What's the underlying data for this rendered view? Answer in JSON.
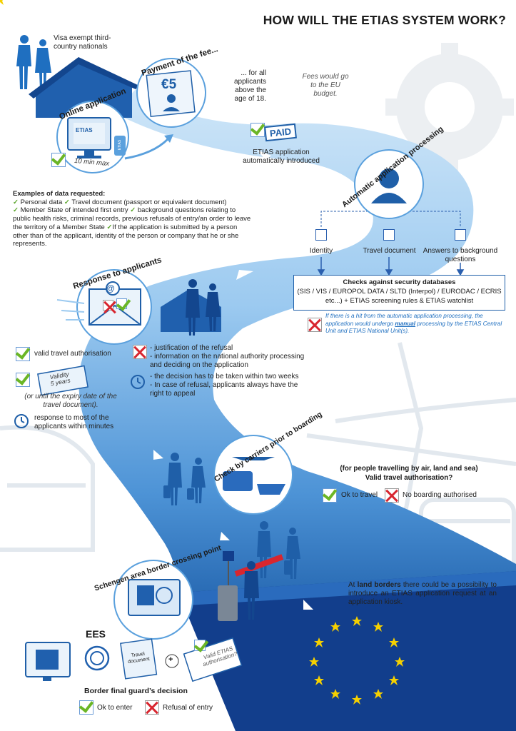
{
  "title": "HOW WILL THE ETIAS SYSTEM WORK?",
  "intro": {
    "visa_exempt": "Visa exempt third-country nationals",
    "online_application": "Online application",
    "duration": "10 min max",
    "screen_label": "ETIAS",
    "phone_label": "ETIAS"
  },
  "payment": {
    "heading": "Payment of the fee...",
    "amount": "€5",
    "note": "... for all applicants above the age of 18.",
    "fees_note": "Fees would go to the EU budget."
  },
  "paid": {
    "stamp": "PAID",
    "text": "ETIAS application automatically introduced"
  },
  "data_requested": {
    "heading": "Examples of data requested:",
    "item1": "Personal data",
    "item2": "Travel document (passport or equivalent document)",
    "item3": "Member State of intended first entry",
    "item4": "background questions relating to public health risks, criminal records, previous refusals of entry/an order to leave the territory of a Member State",
    "item5": "If the application is submitted by a person other than of the applicant, identity of the person or company that he or she represents."
  },
  "processing": {
    "heading": "Automatic application processing",
    "identity": "Identity",
    "travel_document": "Travel document",
    "answers": "Answers to background questions",
    "checks_line1": "Checks against security databases",
    "checks_line2": "(SIS / VIS / EUROPOL DATA / SLTD (Interpol) / EURODAC / ECRIS etc...) + ETIAS screening rules & ETIAS watchlist",
    "hit_before": "If there is a hit from the automatic application processing, the application would undergo ",
    "hit_manual": "manual",
    "hit_after": " processing by the ETIAS Central Unit and ETIAS National Unit(s)."
  },
  "response": {
    "heading": "Response to applicants",
    "valid": "valid travel authorisation",
    "validity_label": "Validity",
    "validity_value": "5 years",
    "expiry": "(or until the expiry date of the travel document).",
    "minutes": "response to most of the applicants within minutes",
    "refusal1": "- justification of the refusal",
    "refusal2": "- information on the national authority processing and deciding on the application",
    "two_weeks": "- the decision has to be taken within two weeks",
    "appeal": "- In case of refusal, applicants always have the right to appeal"
  },
  "carriers": {
    "heading": "Check by carriers prior to boarding",
    "question_line1": "(for people travelling by air, land and sea)",
    "question_line2": "Valid travel authorisation?",
    "ok": "Ok to travel",
    "no": "No boarding authorised"
  },
  "border": {
    "heading": "Schengen area border crossing point",
    "land_borders_prefix": "At ",
    "land_borders_bold": "land borders",
    "land_borders_rest": " there could be a possibility to introduce an ETIAS application request at an application kiosk.",
    "ees": "EES",
    "travel_doc": "Travel document",
    "valid_q": "Valid ETIAS authorisation?",
    "plus": "+",
    "decision": "Border final guard’s decision",
    "ok": "Ok to enter",
    "refusal": "Refusal of entry"
  },
  "colors": {
    "road_light": "#9ccaf0",
    "road_mid": "#5aa0dd",
    "road_dark": "#1f63ae",
    "eu_blue": "#123e8c",
    "star": "#f5d000",
    "check_green": "#6bb626",
    "cross_red": "#d8262f"
  }
}
